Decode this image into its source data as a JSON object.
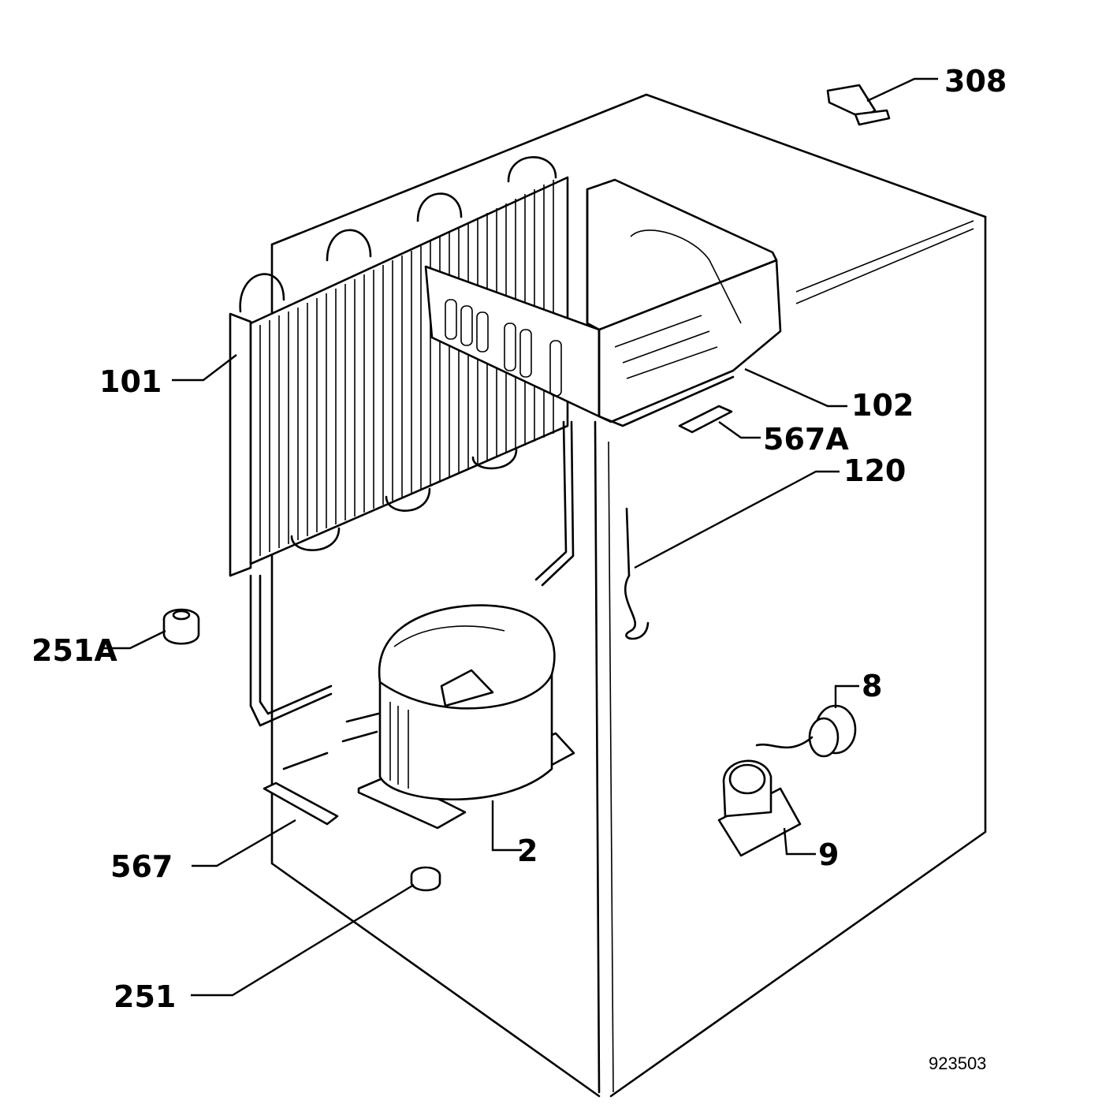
{
  "drawing_number": "923503",
  "callouts": [
    {
      "id": "308",
      "text": "308"
    },
    {
      "id": "101",
      "text": "101"
    },
    {
      "id": "102",
      "text": "102"
    },
    {
      "id": "567A",
      "text": "567A"
    },
    {
      "id": "120",
      "text": "120"
    },
    {
      "id": "251A",
      "text": "251A"
    },
    {
      "id": "8",
      "text": "8"
    },
    {
      "id": "2",
      "text": "2"
    },
    {
      "id": "9",
      "text": "9"
    },
    {
      "id": "567",
      "text": "567"
    },
    {
      "id": "251",
      "text": "251"
    }
  ]
}
